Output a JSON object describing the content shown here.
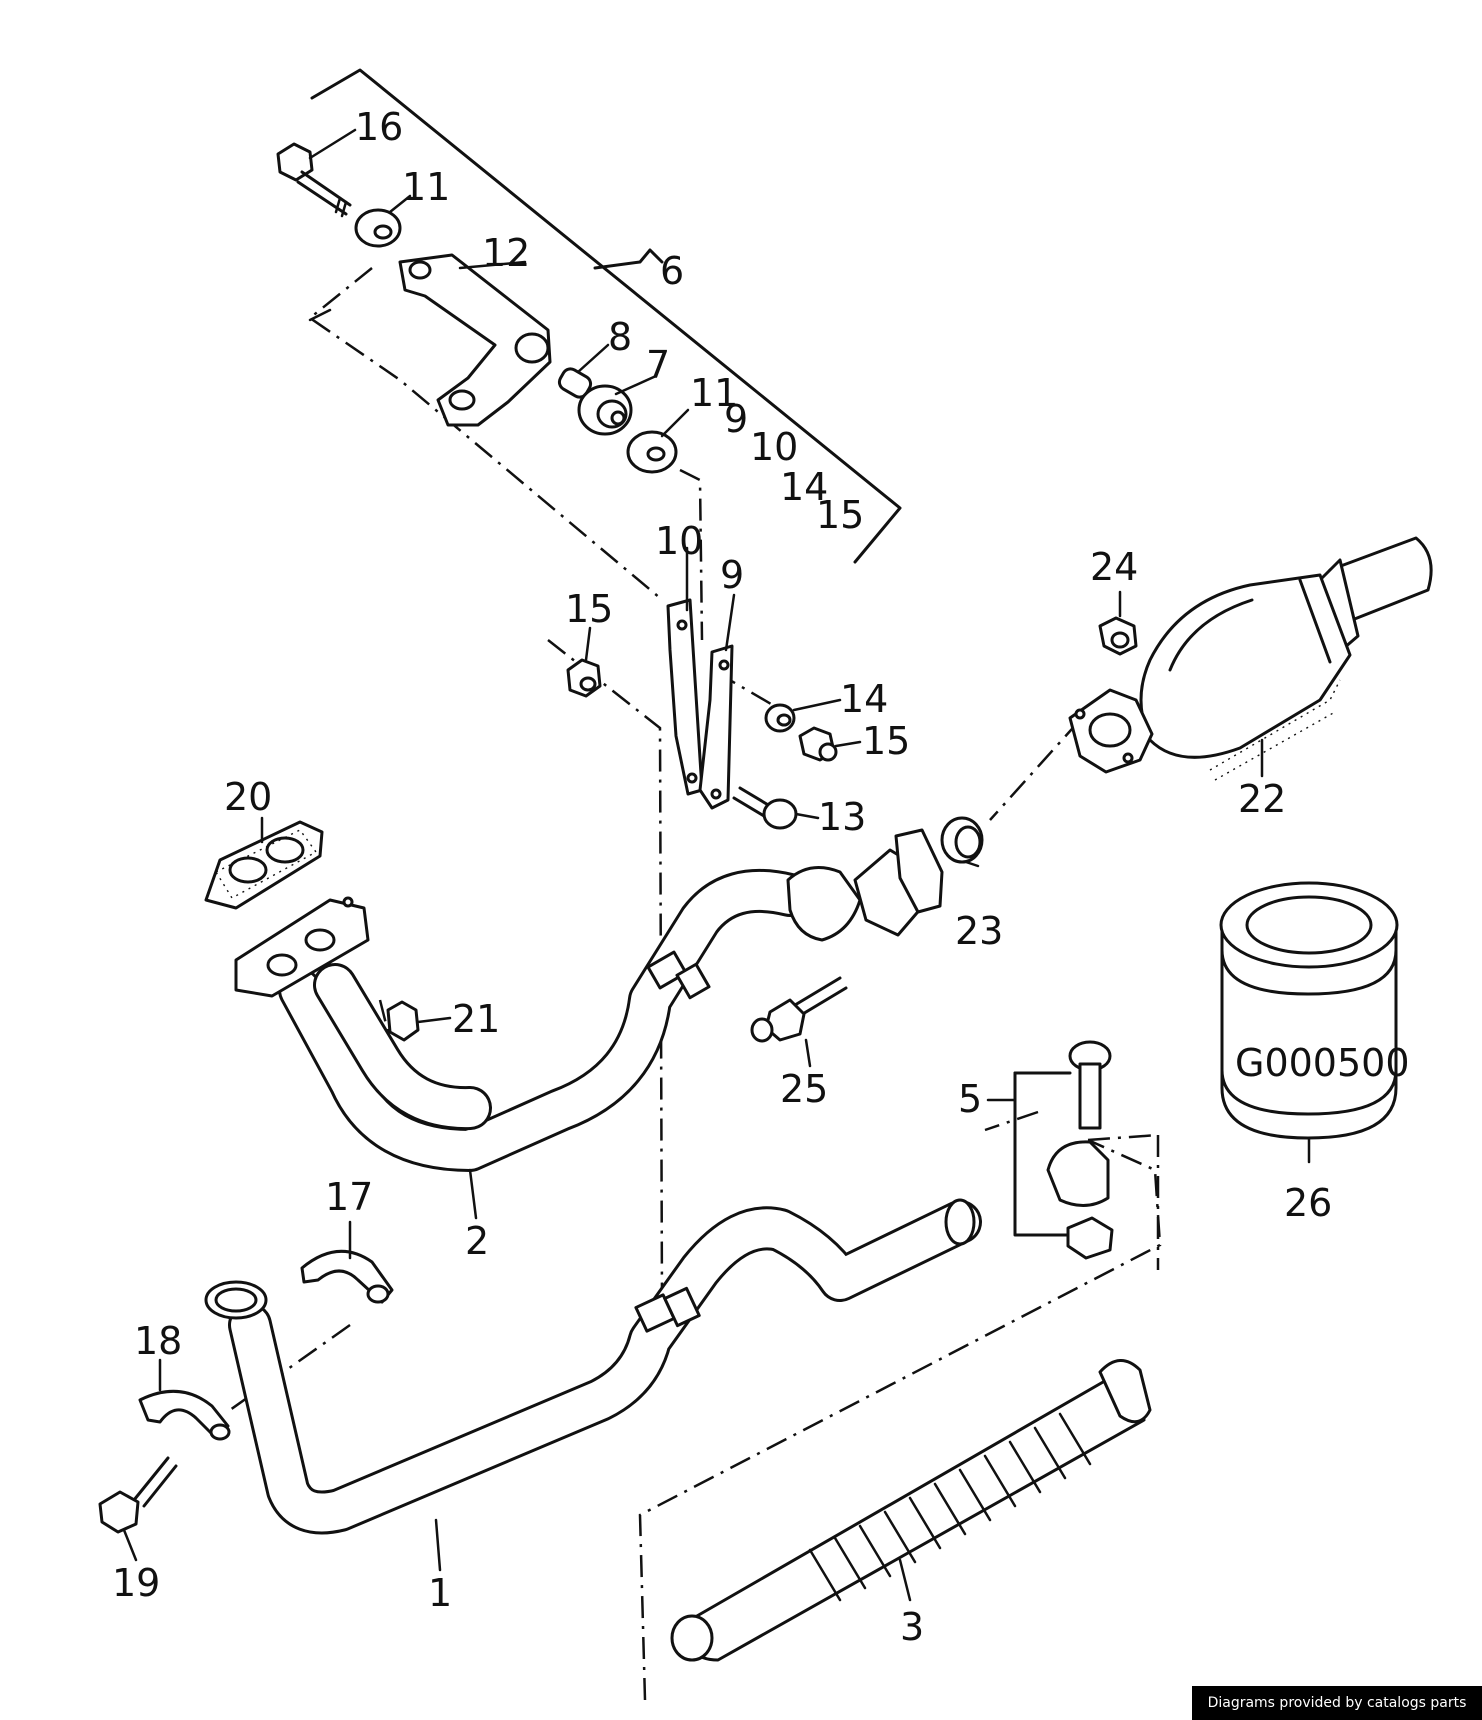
{
  "labels": {
    "l1": "1",
    "l2": "2",
    "l3": "3",
    "l5": "5",
    "l6": "6",
    "l7": "7",
    "l8": "8",
    "l9a": "9",
    "l9b": "9",
    "l10a": "10",
    "l10b": "10",
    "l11a": "11",
    "l11b": "11",
    "l12": "12",
    "l13": "13",
    "l14a": "14",
    "l14b": "14",
    "l15a": "15",
    "l15b": "15",
    "l15c": "15",
    "l16": "16",
    "l17": "17",
    "l18": "18",
    "l19": "19",
    "l20": "20",
    "l21": "21",
    "l22": "22",
    "l23": "23",
    "l24": "24",
    "l25": "25",
    "l26": "26"
  },
  "part_stamp": "G000500",
  "credit": "Diagrams provided by catalogs parts"
}
